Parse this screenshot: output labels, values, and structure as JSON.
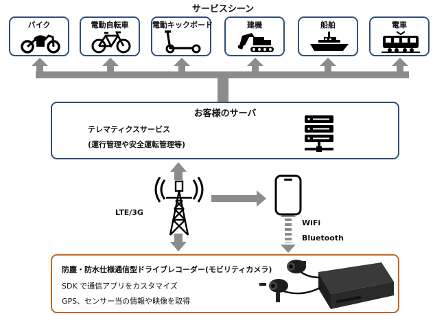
{
  "scenes": {
    "title": "サービスシーン",
    "items": [
      {
        "label": "バイク",
        "icon": "motorcycle-icon"
      },
      {
        "label": "電動自転車",
        "icon": "bicycle-icon"
      },
      {
        "label": "電動キックボード",
        "icon": "kick-scooter-icon"
      },
      {
        "label": "建機",
        "icon": "excavator-icon"
      },
      {
        "label": "船舶",
        "icon": "ship-icon"
      },
      {
        "label": "電車",
        "icon": "train-icon"
      }
    ]
  },
  "server": {
    "title": "お客様のサーバ",
    "line1": "テレマティクスサービス",
    "line2": "(運行管理や安全運転管理等)",
    "icon": "server-rack-icon"
  },
  "network": {
    "tower_label": "LTE/3G",
    "tower_icon": "cell-tower-icon",
    "phone_icon": "smartphone-icon",
    "wifi_label": "WiFi",
    "bluetooth_label": "Bluetooth"
  },
  "recorder": {
    "title": "防塵・防水仕様通信型ドライブレコーダー(モビリティカメラ)",
    "line1": "SDK で通信アプリをカスタマイズ",
    "line2": "GPS、センサー当の情報や映像を取得",
    "icon": "dashcam-device-icon"
  },
  "colors": {
    "box_border": "#2f4d7a",
    "recorder_border": "#c8641e",
    "arrow": "#8c8c8c"
  }
}
